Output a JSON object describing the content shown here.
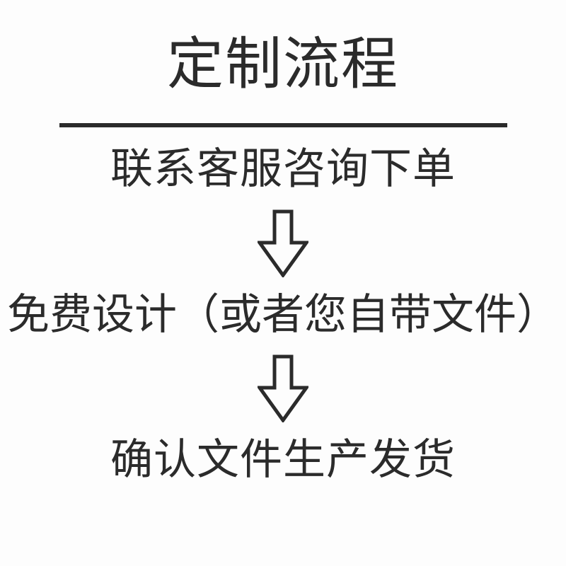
{
  "page": {
    "title": "定制流程",
    "background_color": "#fdfdfd",
    "text_color": "#2b2b2b"
  },
  "header": {
    "title": "定制流程"
  },
  "divider": {
    "name": "title-underline",
    "color": "#2b2b2b"
  },
  "flow": {
    "steps": [
      {
        "index": 1,
        "label": "联系客服咨询下单"
      },
      {
        "index": 2,
        "label": "免费设计（或者您自带文件）"
      },
      {
        "index": 3,
        "label": "确认文件生产发货"
      }
    ],
    "connectors": [
      {
        "index": 1,
        "icon": "arrow-down-outline-icon",
        "direction": "down"
      },
      {
        "index": 2,
        "icon": "arrow-down-outline-icon",
        "direction": "down"
      }
    ]
  }
}
